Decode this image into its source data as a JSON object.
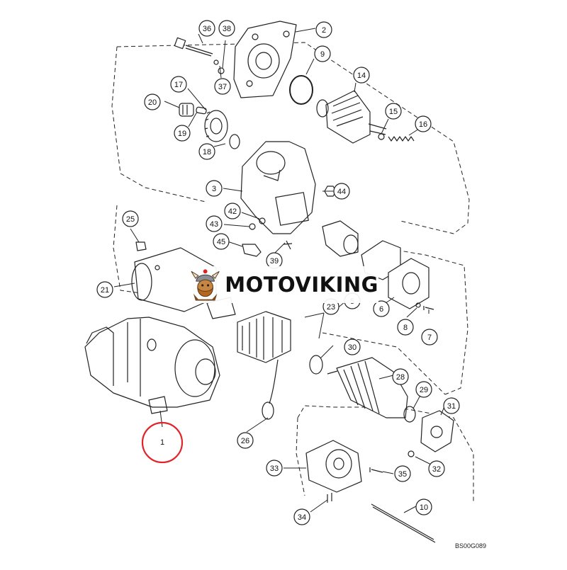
{
  "diagram": {
    "callouts": [
      "1",
      "2",
      "3",
      "5",
      "6",
      "7",
      "8",
      "9",
      "10",
      "14",
      "15",
      "16",
      "17",
      "18",
      "19",
      "20",
      "21",
      "23",
      "25",
      "26",
      "28",
      "29",
      "30",
      "31",
      "32",
      "33",
      "34",
      "35",
      "36",
      "37",
      "38",
      "39",
      "42",
      "43",
      "44",
      "45"
    ],
    "highlighted_callout": "1",
    "highlight_color": "#e0242a",
    "drawing_code": "BS00G089"
  },
  "brand": {
    "name": "MOTOVIKING",
    "logo_icon": "viking-mascot-icon"
  }
}
